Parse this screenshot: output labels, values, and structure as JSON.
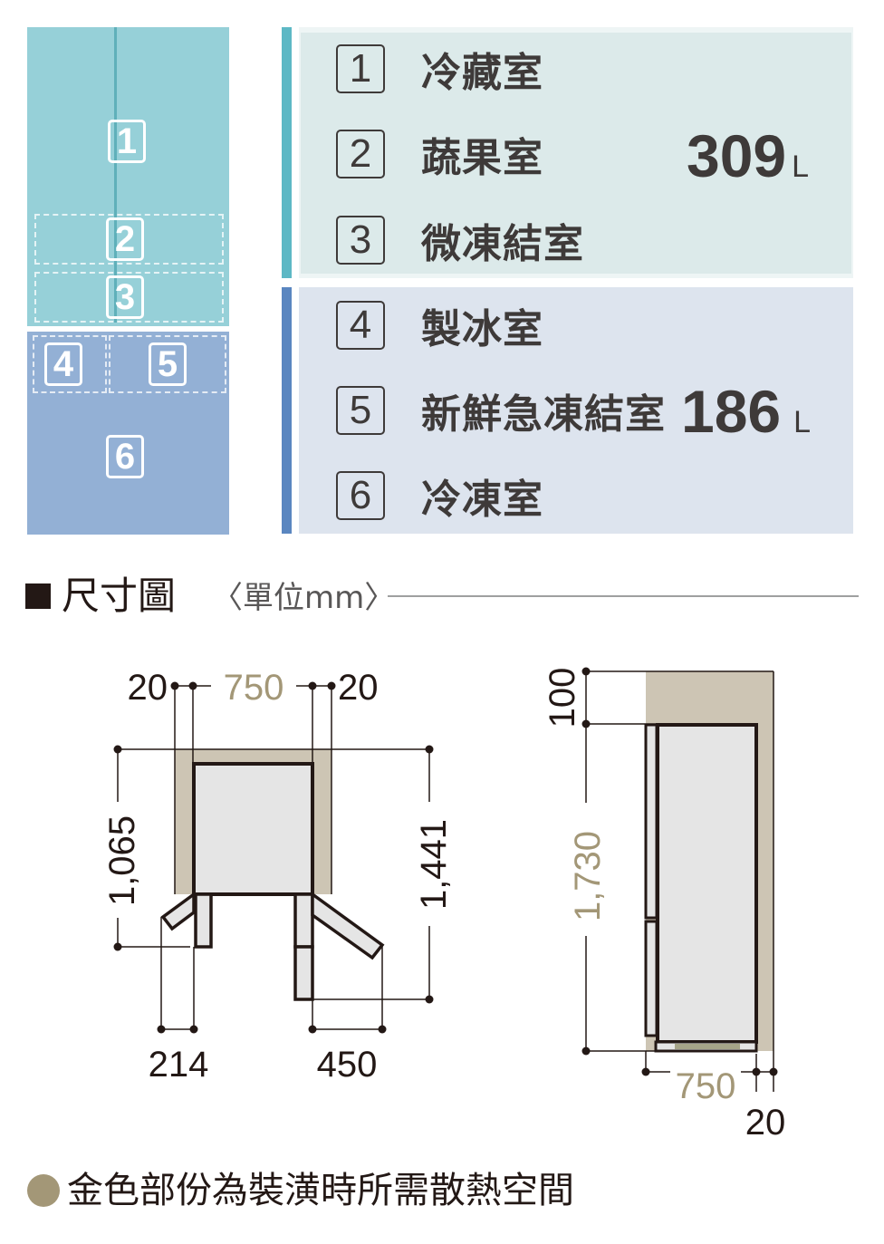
{
  "fridge_diagram": {
    "zones": [
      "1",
      "2",
      "3",
      "4",
      "5",
      "6"
    ]
  },
  "compartments": [
    {
      "num": "1",
      "label": "冷藏室"
    },
    {
      "num": "2",
      "label": "蔬果室"
    },
    {
      "num": "3",
      "label": "微凍結室"
    },
    {
      "num": "4",
      "label": "製冰室"
    },
    {
      "num": "5",
      "label": "新鮮急凍結室"
    },
    {
      "num": "6",
      "label": "冷凍室"
    }
  ],
  "capacity": {
    "upper": {
      "value": "309",
      "unit": "L"
    },
    "lower": {
      "value": "186",
      "unit": "L"
    }
  },
  "colors": {
    "upper_zone": "#96d0d8",
    "upper_bar": "#5db8c5",
    "lower_zone": "#93b0d5",
    "lower_bar": "#5a86c0",
    "clearance": "#cdc5b4",
    "gold_text": "#a39777"
  },
  "dimensions_section": {
    "title": "尺寸圖",
    "unit_label": "〈單位mm〉"
  },
  "front_view": {
    "side_gap_left": "20",
    "width": "750",
    "side_gap_right": "20",
    "left_depth": "1,065",
    "right_depth": "1,441",
    "left_door_swing": "214",
    "right_door_swing": "450"
  },
  "side_view": {
    "top_gap": "100",
    "height": "1,730",
    "depth": "750",
    "back_gap": "20"
  },
  "footnote": "金色部份為裝潢時所需散熱空間"
}
